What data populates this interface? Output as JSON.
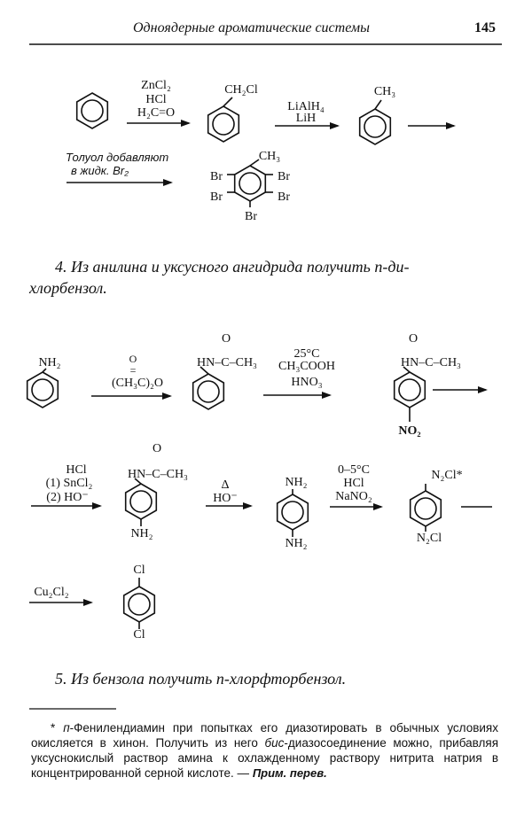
{
  "header": {
    "title": "Одноядерные ароматические системы",
    "page_number": "145"
  },
  "scheme1": {
    "step1_reagents": [
      "ZnCl₂",
      "HCl",
      "H₂C=O"
    ],
    "product1_substituent": "CH₂Cl",
    "step2_reagents": [
      "LiAlH₄",
      "LiH"
    ],
    "product2_substituent": "CH₃",
    "step3_conditions": [
      "Толуол добавляют",
      "в жидк. Br₂"
    ],
    "product3_top": "CH₃",
    "product3_br": [
      "Br",
      "Br",
      "Br",
      "Br",
      "Br"
    ]
  },
  "task4": {
    "lines": [
      "4. Из анилина и уксусного ангидрида получить п-ди-",
      "хлорбензол."
    ]
  },
  "scheme2": {
    "start_substituent": "NH₂",
    "step1_reagent_o": "O",
    "step1_reagent_dbl": "=",
    "step1_reagent": "(CH₃C)₂O",
    "acetanilide_group": "HN–C–CH₃",
    "acetanilide_o": "O",
    "step2_reagents": [
      "25°C",
      "CH₃COOH",
      "HNO₃"
    ],
    "nitro_group": "HN–C–CH₃",
    "nitro_o": "O",
    "nitro_bottom": "NO₂",
    "step3_reagents": [
      "HCl",
      "(1)  SnCl₂",
      "(2)   HO⁻"
    ],
    "amino_group": "HN–C–CH₃",
    "amino_o": "O",
    "amino_bottom": "NH₂",
    "step4_reagents": [
      "Δ",
      "HO⁻"
    ],
    "diamine_top": "NH₂",
    "diamine_bottom": "NH₂",
    "step5_reagents": [
      "0–5°C",
      "HCl",
      "NaNO₂"
    ],
    "diazo_top": "N₂Cl*",
    "diazo_bottom": "N₂Cl",
    "step6_reagent": "Cu₂Cl₂",
    "final_top": "Cl",
    "final_bottom": "Cl"
  },
  "task5": {
    "text": "5. Из бензола получить п-хлорфторбензол."
  },
  "footnote": {
    "mark": "*",
    "lead": "п",
    "text": "-Фенилендиамин при попытках его диазотировать в обычных условиях окисляется в хинон. Получить из него ",
    "bis": "бис",
    "text2": "-диазосоединение можно, прибавляя уксуснокислый раствор амина к охлажденному раствору нитрита натрия в концентрированной серной кислоте. — ",
    "credit": "Прим. перев."
  }
}
